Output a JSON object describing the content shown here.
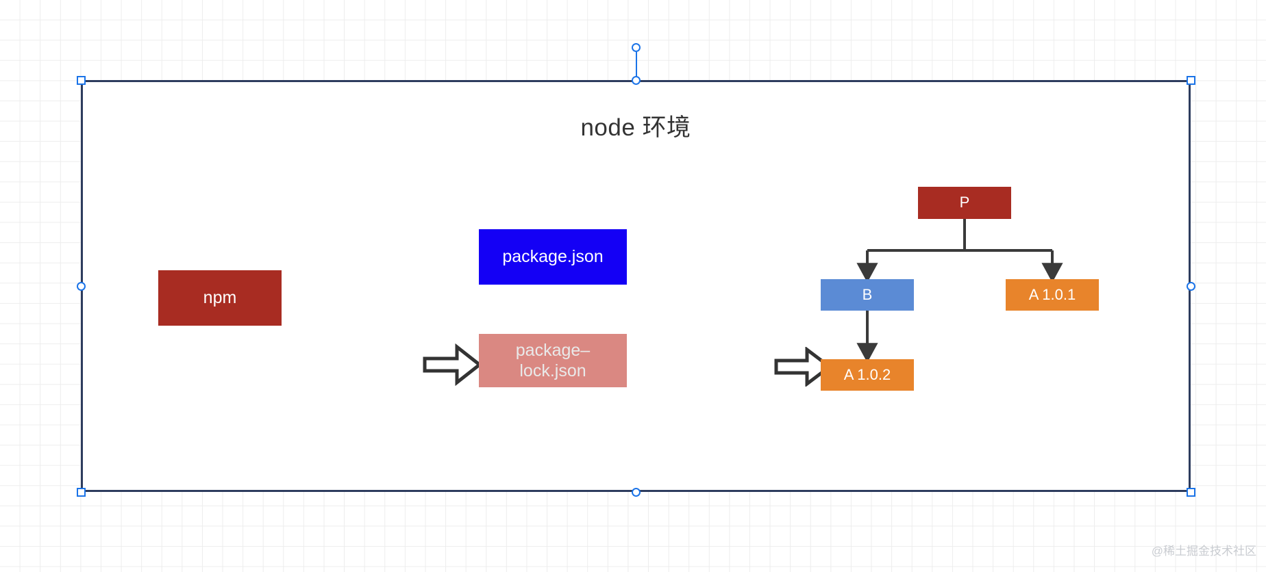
{
  "canvas": {
    "grid": "on",
    "background": "#ffffff",
    "grid_color": "#ededed"
  },
  "diagram": {
    "title": "node 环境",
    "title_color": "#333333",
    "container_border_color": "#2d3c5e",
    "selection": {
      "handle_color": "#1a73e8",
      "handles": [
        "top-left",
        "top-center",
        "top-right",
        "middle-left",
        "middle-right",
        "bottom-left",
        "bottom-center",
        "bottom-right",
        "rotate"
      ]
    },
    "nodes": {
      "npm": {
        "label": "npm",
        "color": "#a82c22"
      },
      "package_json": {
        "label": "package.json",
        "color": "#1400f5"
      },
      "package_lock_json": {
        "label": "package-\nlock.json",
        "line1": "package–",
        "line2": "lock.json",
        "color": "#da8882"
      },
      "p": {
        "label": "P",
        "color": "#a82c22"
      },
      "b": {
        "label": "B",
        "color": "#5b8bd5"
      },
      "a101": {
        "label": "A 1.0.1",
        "color": "#e8842b"
      },
      "a102": {
        "label": "A 1.0.2",
        "color": "#e8842b"
      }
    },
    "flow_arrows": [
      {
        "name": "npm-to-package-files",
        "direction": "right"
      },
      {
        "name": "package-files-to-tree",
        "direction": "right"
      }
    ],
    "tree_edges": [
      {
        "from": "P",
        "to": "B"
      },
      {
        "from": "P",
        "to": "A 1.0.1"
      },
      {
        "from": "B",
        "to": "A 1.0.2"
      }
    ],
    "edge_color": "#3a3a3a"
  },
  "watermark": {
    "text": "@稀土掘金技术社区"
  }
}
